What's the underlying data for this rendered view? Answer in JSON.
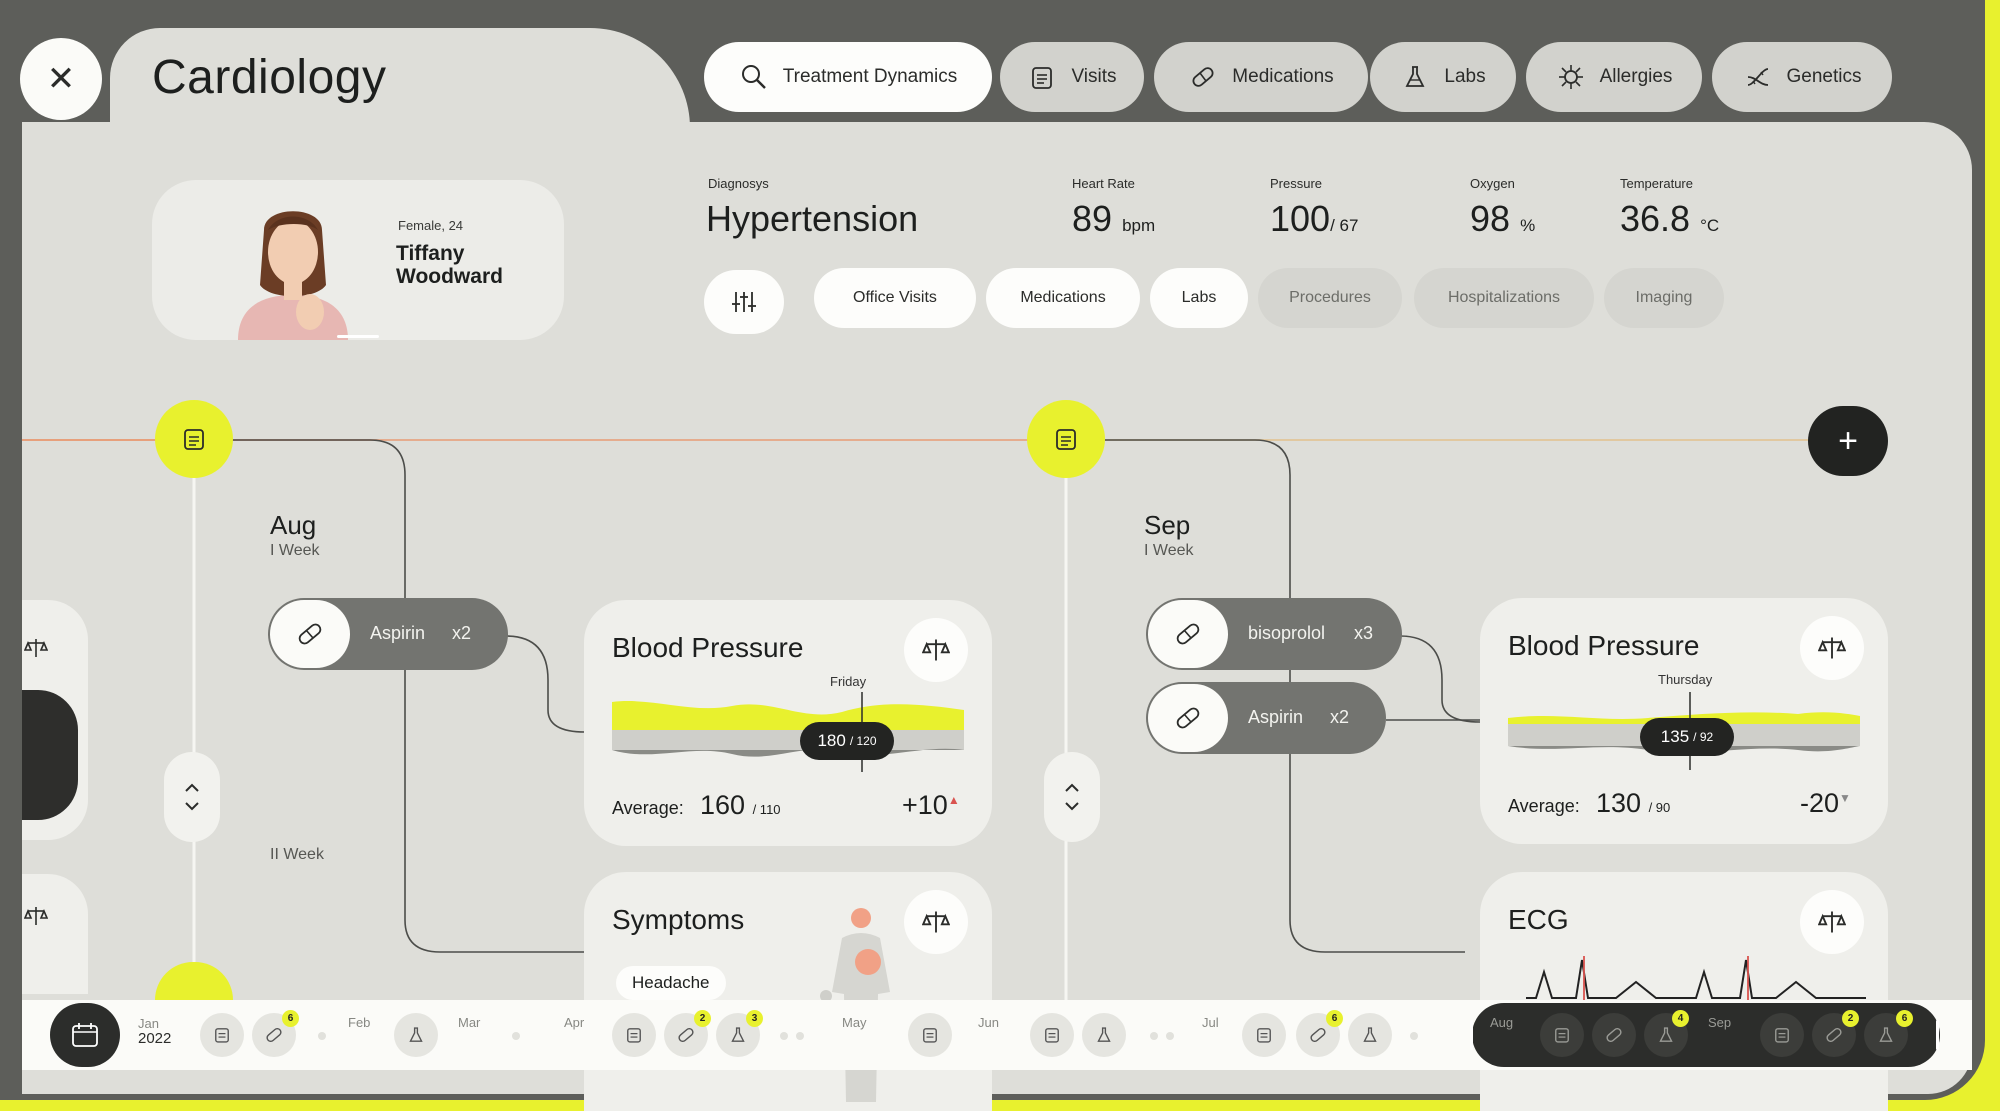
{
  "app": {
    "title": "Cardiology",
    "close_icon": "close-icon"
  },
  "top_tabs": [
    {
      "label": "Treatment Dynamics",
      "icon": "search-icon",
      "active": true
    },
    {
      "label": "Visits",
      "icon": "clipboard-icon",
      "active": false
    },
    {
      "label": "Medications",
      "icon": "pill-icon",
      "active": false
    },
    {
      "label": "Labs",
      "icon": "flask-icon",
      "active": false
    },
    {
      "label": "Allergies",
      "icon": "virus-icon",
      "active": false
    },
    {
      "label": "Genetics",
      "icon": "dna-icon",
      "active": false
    }
  ],
  "patient": {
    "meta": "Female, 24",
    "name": "Tiffany Woodward"
  },
  "stats": {
    "diagnosis_label": "Diagnosys",
    "diagnosis": "Hypertension",
    "heart_rate_label": "Heart Rate",
    "heart_rate": "89",
    "heart_rate_unit": "bpm",
    "pressure_label": "Pressure",
    "pressure": "100",
    "pressure_unit": "/ 67",
    "oxygen_label": "Oxygen",
    "oxygen": "98",
    "oxygen_unit": "%",
    "temperature_label": "Temperature",
    "temperature": "36.8",
    "temperature_unit": "°C"
  },
  "filters": [
    {
      "label": "Office Visits",
      "active": true
    },
    {
      "label": "Medications",
      "active": true
    },
    {
      "label": "Labs",
      "active": true
    },
    {
      "label": "Procedures",
      "active": false
    },
    {
      "label": "Hospitalizations",
      "active": false
    },
    {
      "label": "Imaging",
      "active": false
    }
  ],
  "timeline": {
    "aug": {
      "month": "Aug",
      "week": "I Week",
      "week2": "II Week"
    },
    "sep": {
      "month": "Sep",
      "week": "I Week"
    }
  },
  "meds": [
    {
      "name": "Aspirin",
      "qty": "x2"
    },
    {
      "name": "bisoprolol",
      "qty": "x3"
    },
    {
      "name": "Aspirin",
      "qty": "x2"
    }
  ],
  "bp_aug": {
    "title": "Blood Pressure",
    "day": "Friday",
    "reading": "180",
    "reading_sub": "/ 120",
    "avg_label": "Average:",
    "avg": "160",
    "avg_sub": "/ 110",
    "delta": "+10"
  },
  "bp_sep": {
    "title": "Blood Pressure",
    "day": "Thursday",
    "reading": "135",
    "reading_sub": "/ 92",
    "avg_label": "Average:",
    "avg": "130",
    "avg_sub": "/ 90",
    "delta": "-20"
  },
  "symptoms": {
    "title": "Symptoms",
    "tag": "Headache"
  },
  "ecg": {
    "title": "ECG"
  },
  "bottom_timeline": {
    "year_top": "Jan",
    "year": "2022",
    "months": [
      "Feb",
      "Mar",
      "Apr",
      "May",
      "Jun",
      "Jul",
      "Aug",
      "Sep"
    ],
    "badges": [
      "6",
      "2",
      "3",
      "6",
      "4",
      "2",
      "6"
    ]
  },
  "colors": {
    "accent": "#e8f12e",
    "dark": "#222321",
    "bg": "#deded9"
  }
}
